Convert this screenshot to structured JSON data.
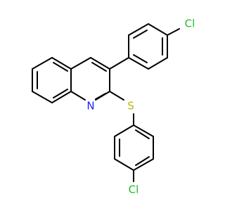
{
  "molecule": {
    "atoms": {
      "cl_top": {
        "label": "Cl",
        "color": "#1fbf1f"
      },
      "n": {
        "label": "N",
        "color": "#1f1fff"
      },
      "s": {
        "label": "S",
        "color": "#b8b800"
      },
      "cl_bottom": {
        "label": "Cl",
        "color": "#1fbf1f"
      }
    },
    "bond_color": "#000000"
  }
}
